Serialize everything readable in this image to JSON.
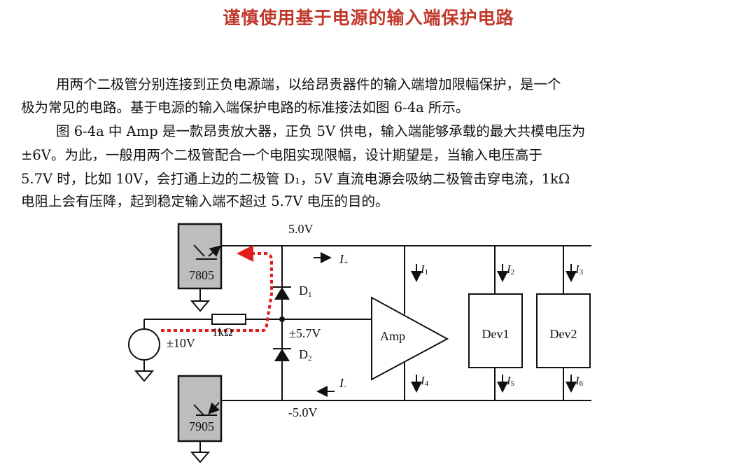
{
  "title": "谨慎使用基于电源的输入端保护电路",
  "paragraph_lines": [
    "用两个二极管分别连接到正负电源端，以给昂贵器件的输入端增加限幅保护，是一个",
    "极为常见的电路。基于电源的输入端保护电路的标准接法如图 6-4a 所示。",
    "图 6-4a 中 Amp 是一款昂贵放大器，正负 5V 供电，输入端能够承载的最大共模电压为",
    "±6V。为此，一般用两个二极管配合一个电阻实现限幅，设计期望是，当输入电压高于",
    "5.7V 时，比如 10V，会打通上边的二极管 D₁，5V 直流电源会吸纳二极管击穿电流，1kΩ",
    "电阻上会有压降，起到稳定输入端不超过 5.7V 电压的目的。"
  ],
  "circuit": {
    "reg_pos": "7805",
    "reg_neg": "7905",
    "v_pos": "5.0V",
    "v_neg": "-5.0V",
    "source": "±10V",
    "resistor": "1kΩ",
    "node_v": "±5.7V",
    "d1": "D",
    "d1_sub": "1",
    "d2": "D",
    "d2_sub": "2",
    "amp": "Amp",
    "dev1": "Dev1",
    "dev2": "Dev2",
    "i_plus": "I",
    "i_plus_sub": "+",
    "i_minus": "I",
    "i_minus_sub": "-",
    "currents": [
      {
        "label": "I",
        "sub": "1"
      },
      {
        "label": "I",
        "sub": "2"
      },
      {
        "label": "I",
        "sub": "3"
      },
      {
        "label": "I",
        "sub": "4"
      },
      {
        "label": "I",
        "sub": "5"
      },
      {
        "label": "I",
        "sub": "6"
      }
    ],
    "path_color": "#e31c1c"
  }
}
